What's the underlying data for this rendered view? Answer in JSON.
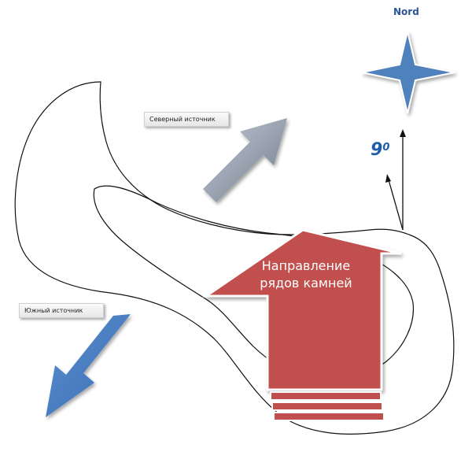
{
  "compass": {
    "label": "Nord",
    "icon": "compass-star-icon"
  },
  "angle": {
    "value": "9",
    "unit": "0"
  },
  "north_source": {
    "label": "Северный источник"
  },
  "south_source": {
    "label": "Южный источник"
  },
  "main_arrow": {
    "line1": "Направление",
    "line2": "рядов камней"
  },
  "colors": {
    "main_arrow": "#c0504d",
    "north_arrow": "#8a96a6",
    "south_arrow": "#4f81bd",
    "star": "#4f81bd",
    "degree_text": "#1f5ea8"
  }
}
